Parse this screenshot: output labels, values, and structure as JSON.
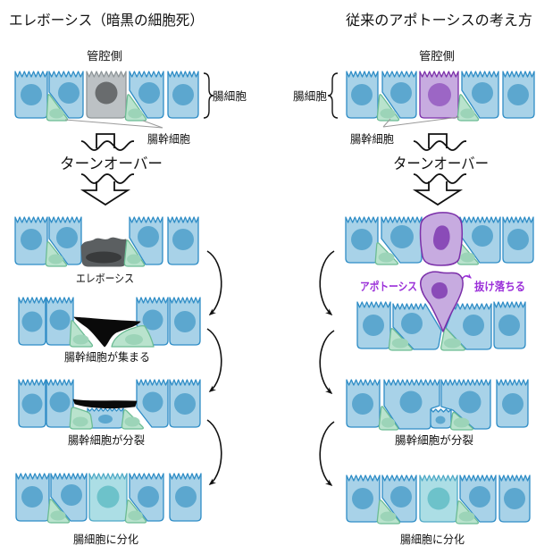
{
  "left_panel": {
    "title": "エレボーシス（暗黒の細胞死）",
    "lumen_side_label": "管腔側",
    "enterocyte_label": "腸細胞",
    "stem_cell_label": "腸幹細胞",
    "turnover_label": "ターンオーバー",
    "stages": [
      {
        "label": "エレボーシス"
      },
      {
        "label": "腸幹細胞が集まる"
      },
      {
        "label": "腸幹細胞が分裂"
      },
      {
        "label": "腸細胞に分化"
      }
    ]
  },
  "right_panel": {
    "title": "従来のアポトーシスの考え方",
    "lumen_side_label": "管腔側",
    "enterocyte_label": "腸細胞",
    "stem_cell_label": "腸幹細胞",
    "turnover_label": "ターンオーバー",
    "apoptosis_label": "アポトーシス",
    "extrusion_label": "抜け落ちる",
    "stages": [
      {
        "label": "腸幹細胞が分裂"
      },
      {
        "label": "腸細胞に分化"
      }
    ]
  },
  "colors": {
    "enterocyte_fill": "#a8d2e8",
    "enterocyte_stroke": "#2f8dc6",
    "enterocyte_nucleus": "#5ca7cf",
    "stem_cell_fill": "#b9e3cd",
    "stem_cell_stroke": "#6cbc94",
    "stem_cell_nucleus": "#9cd4b8",
    "erebosis_cell_fill": "#bcc1c4",
    "erebosis_cell_stroke": "#8e9699",
    "erebosis_cell_nucleus": "#696c6e",
    "dead_cell_fill": "#5b5f61",
    "dead_cell_core": "#393b3c",
    "dead_cell_debris": "#0a0a0a",
    "apoptotic_cell_fill": "#c7abe0",
    "apoptotic_cell_stroke": "#7b2fa9",
    "apoptotic_cell_nucleus": "#9c66c5",
    "apoptotic_nucleus_condensed": "#8a4bb8",
    "new_enterocyte_fill": "#acdee5",
    "new_enterocyte_stroke": "#4fa9c7",
    "new_enterocyte_nucleus": "#6dc2ca",
    "highlight_text": "#9b30d9",
    "pointer_line": "#9a9a9a",
    "arrow": "#111111"
  }
}
